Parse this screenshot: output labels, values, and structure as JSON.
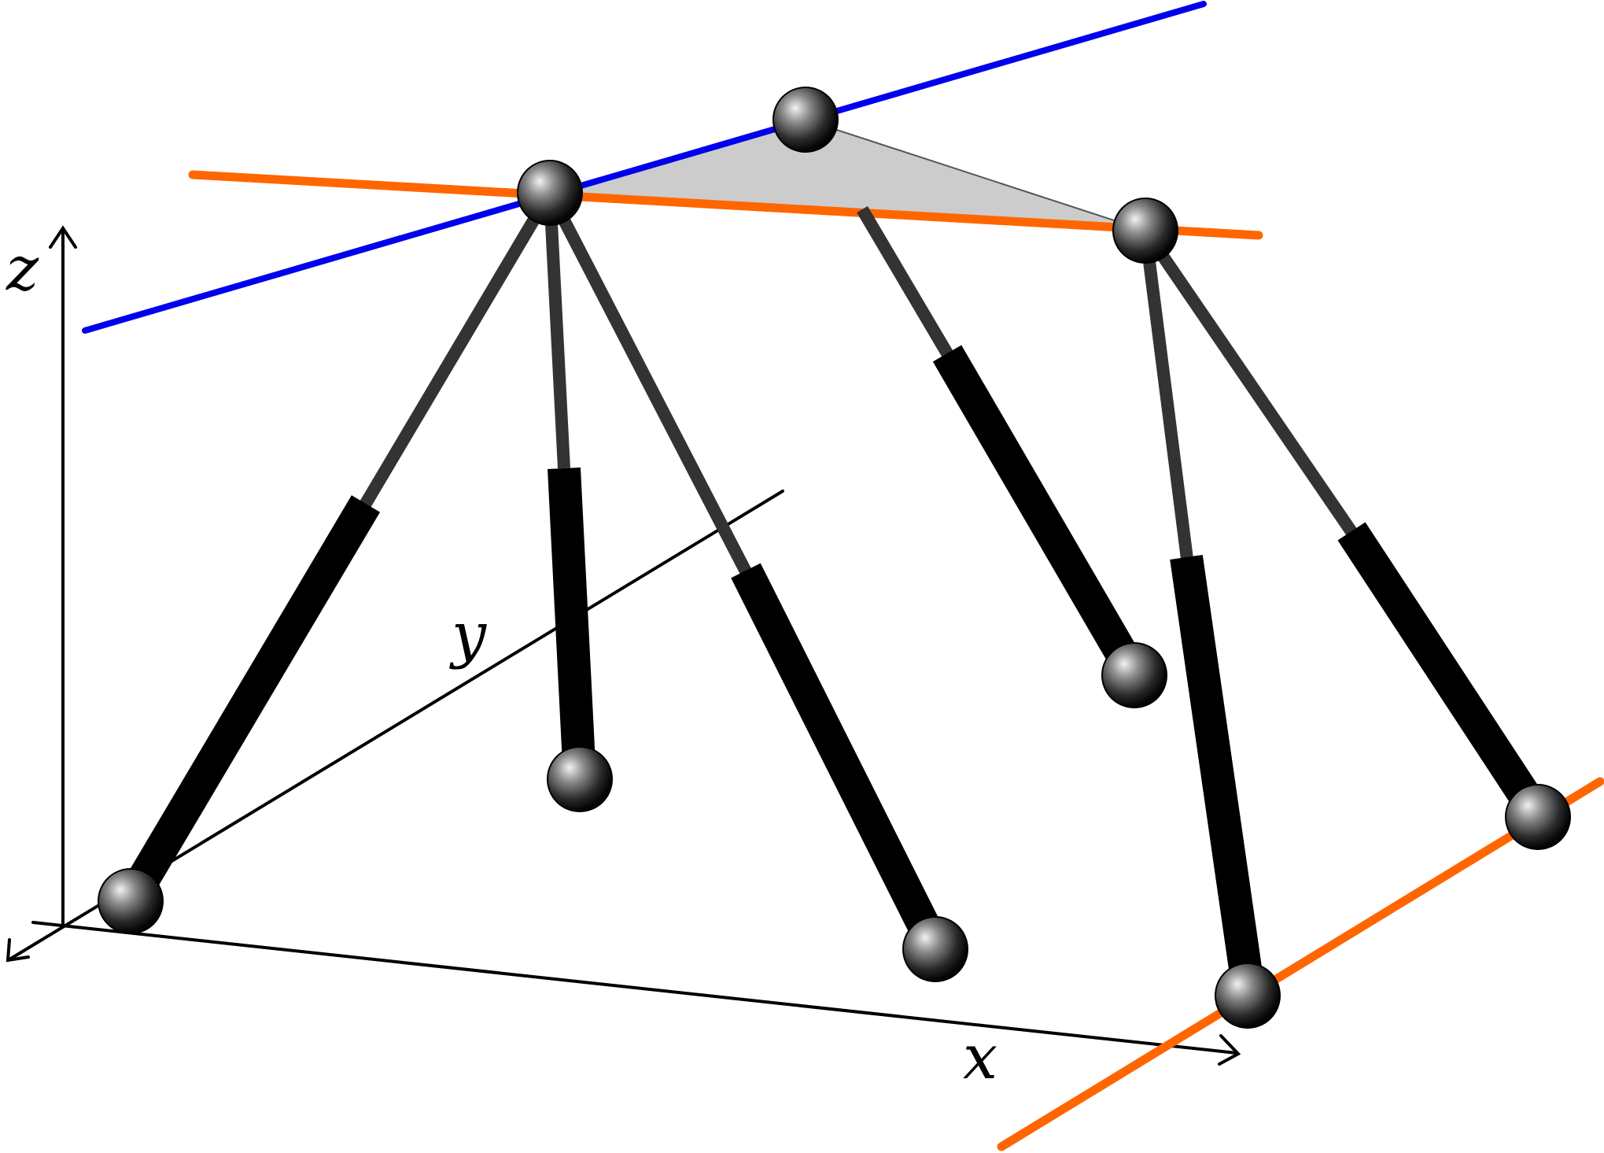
{
  "axes": {
    "x_label": "x",
    "y_label": "y",
    "z_label": "z"
  },
  "colors": {
    "axis": "#000000",
    "blue_line": "#0000ee",
    "orange_line": "#ff6600",
    "rod_thin": "#333333",
    "rod_thick": "#000000",
    "platform_fill": "#cccccc",
    "platform_edge": "#555555",
    "joint_highlight": "#f2f2f2",
    "joint_mid": "#5a5a5a",
    "joint_dark": "#050505"
  },
  "structure": {
    "top_joints": 3,
    "base_joints": 6,
    "legs": 6
  }
}
